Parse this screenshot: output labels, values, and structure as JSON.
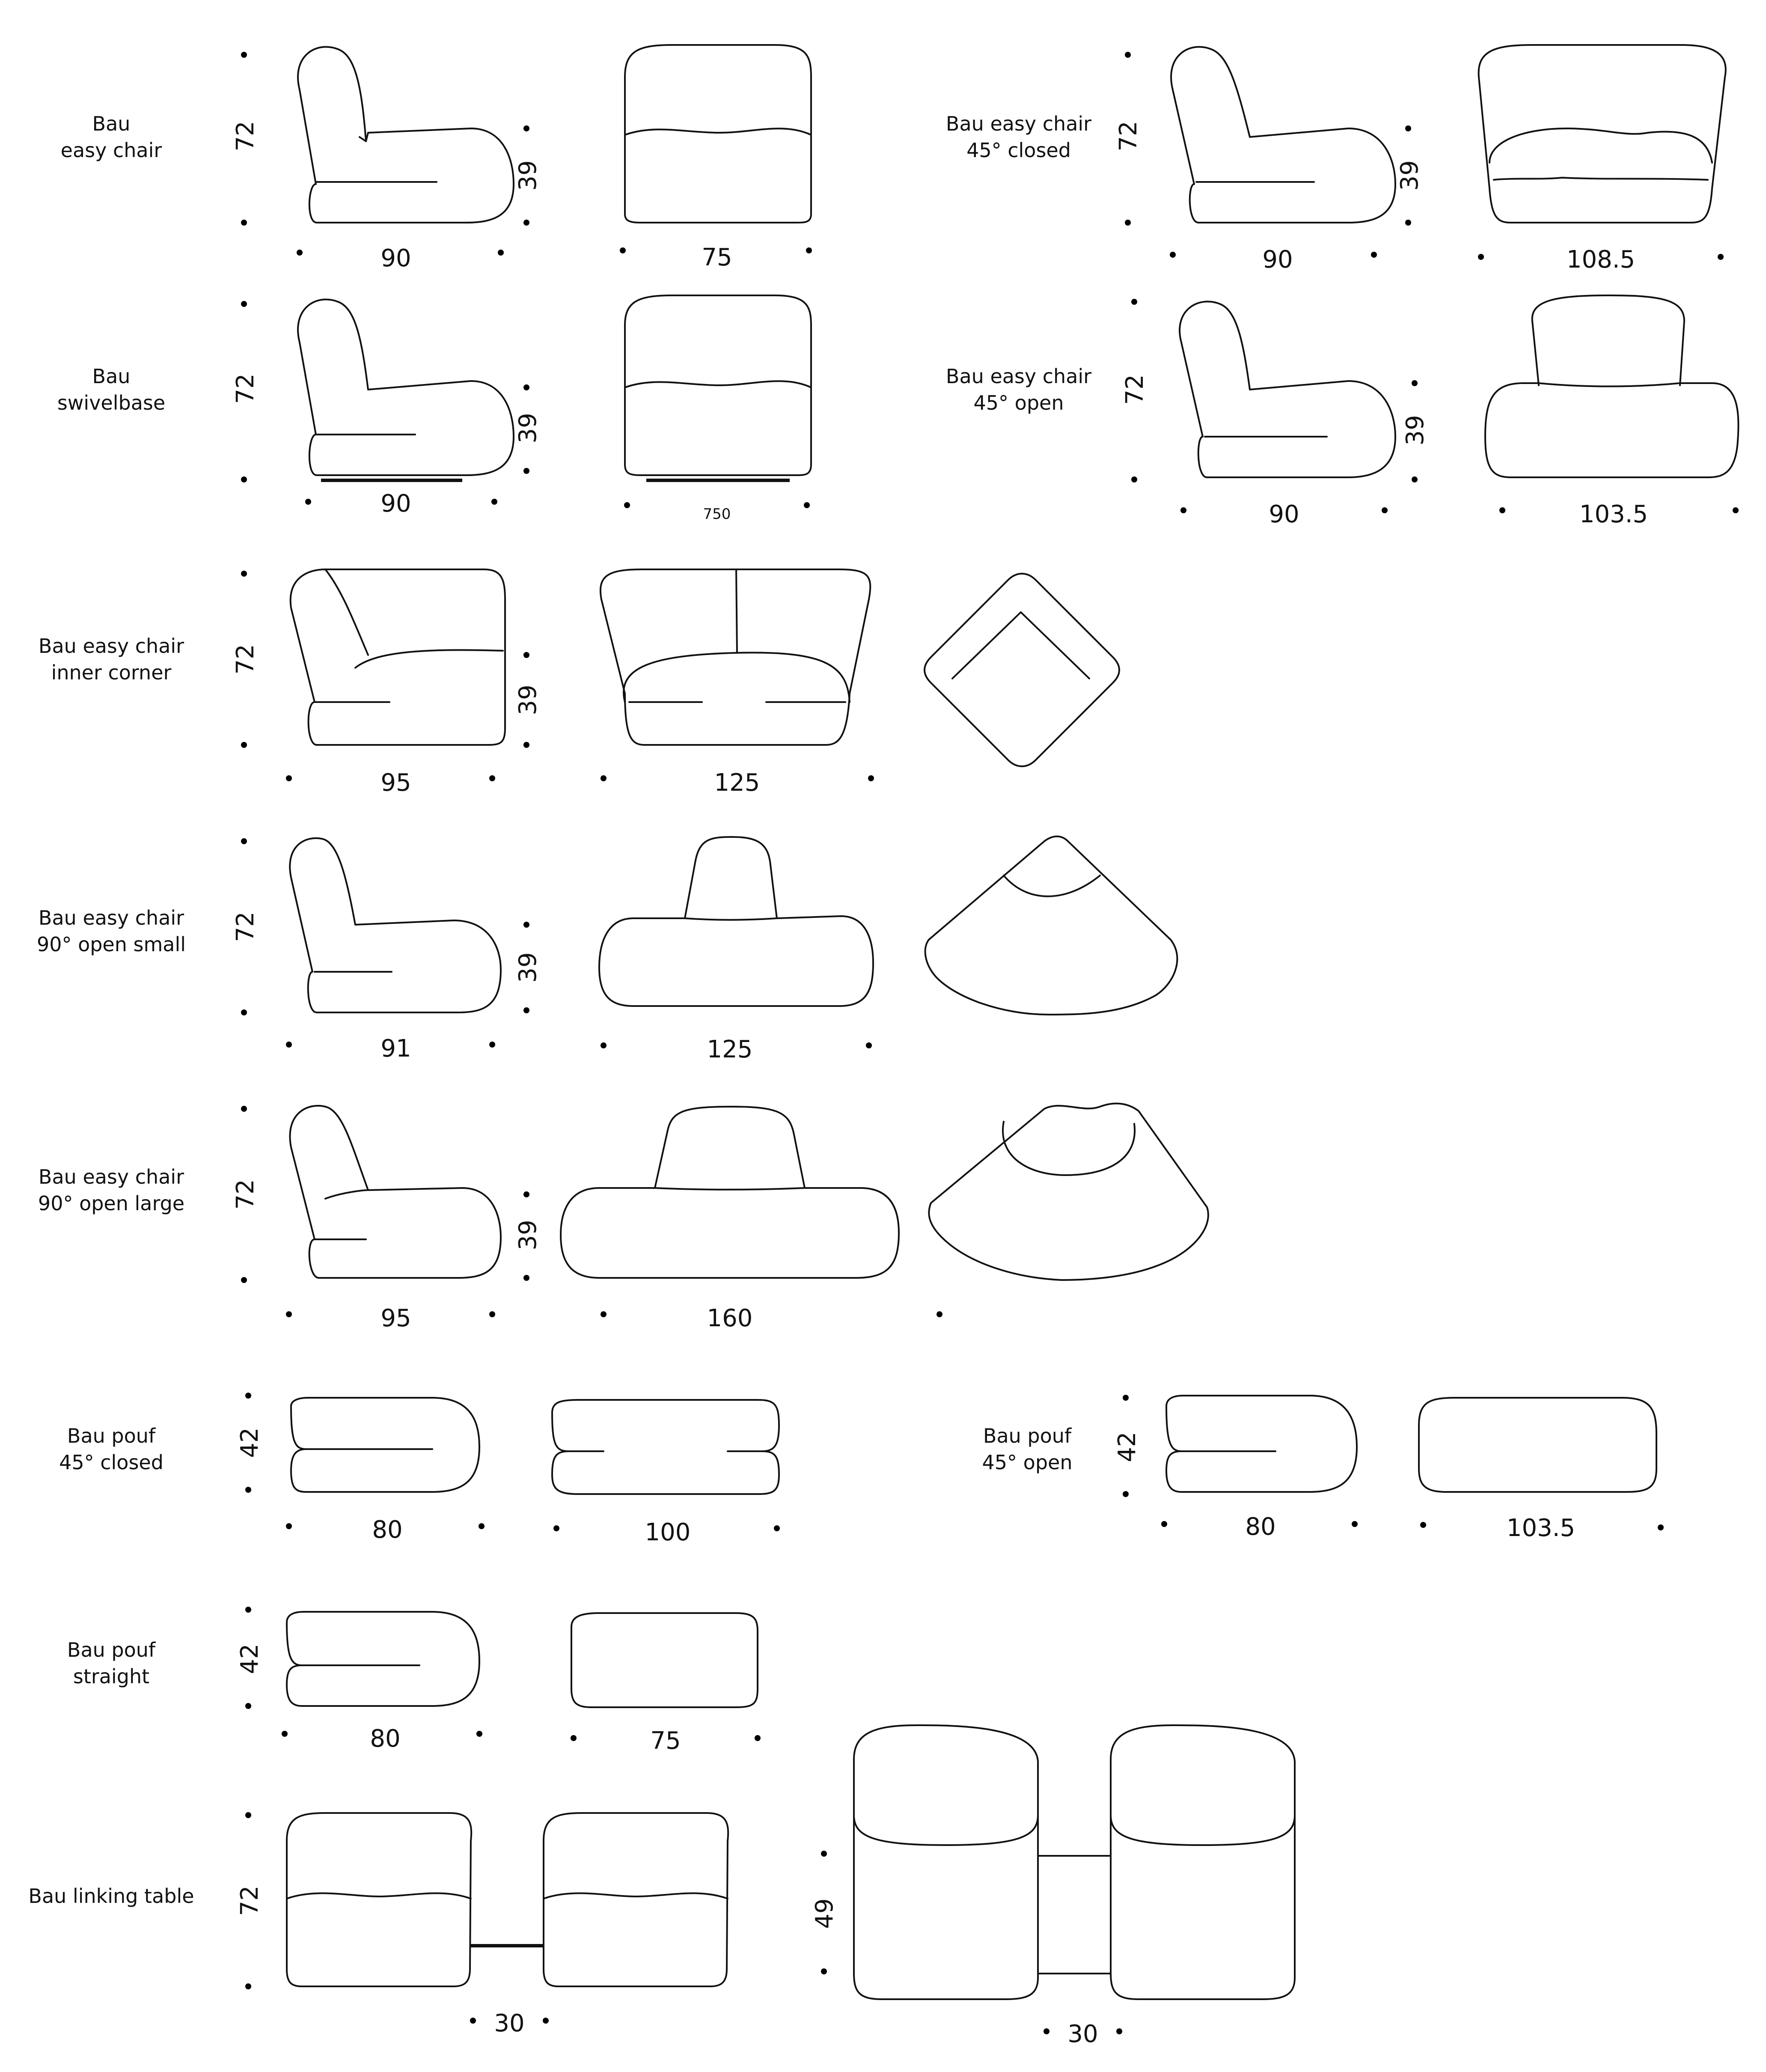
{
  "products": [
    {
      "label": [
        "Bau",
        "easy chair"
      ],
      "height": "72",
      "seat_height": "39",
      "widths": [
        "90",
        "75"
      ]
    },
    {
      "label": [
        "Bau easy chair",
        "45° closed"
      ],
      "height": "72",
      "seat_height": "39",
      "widths": [
        "90",
        "108.5"
      ]
    },
    {
      "label": [
        "Bau",
        "swivelbase"
      ],
      "height": "72",
      "seat_height": "39",
      "widths": [
        "90",
        "750"
      ]
    },
    {
      "label": [
        "Bau easy chair",
        "45° open"
      ],
      "height": "72",
      "seat_height": "39",
      "widths": [
        "90",
        "103.5"
      ]
    },
    {
      "label": [
        "Bau easy chair",
        "inner corner"
      ],
      "height": "72",
      "seat_height": "39",
      "widths": [
        "95",
        "125"
      ]
    },
    {
      "label": [
        "Bau easy chair",
        "90° open small"
      ],
      "height": "72",
      "seat_height": "39",
      "widths": [
        "91",
        "125"
      ]
    },
    {
      "label": [
        "Bau easy chair",
        "90° open large"
      ],
      "height": "72",
      "seat_height": "39",
      "widths": [
        "95",
        "160"
      ]
    },
    {
      "label": [
        "Bau pouf",
        "45° closed"
      ],
      "height": "42",
      "widths": [
        "80",
        "100"
      ]
    },
    {
      "label": [
        "Bau pouf",
        "45° open"
      ],
      "height": "42",
      "widths": [
        "80",
        "103.5"
      ]
    },
    {
      "label": [
        "Bau pouf",
        "straight"
      ],
      "height": "42",
      "widths": [
        "80",
        "75"
      ]
    },
    {
      "label": [
        "Bau linking table"
      ],
      "height": "72",
      "widths": [
        "30"
      ],
      "table_height": "49",
      "table_width": "30"
    }
  ]
}
